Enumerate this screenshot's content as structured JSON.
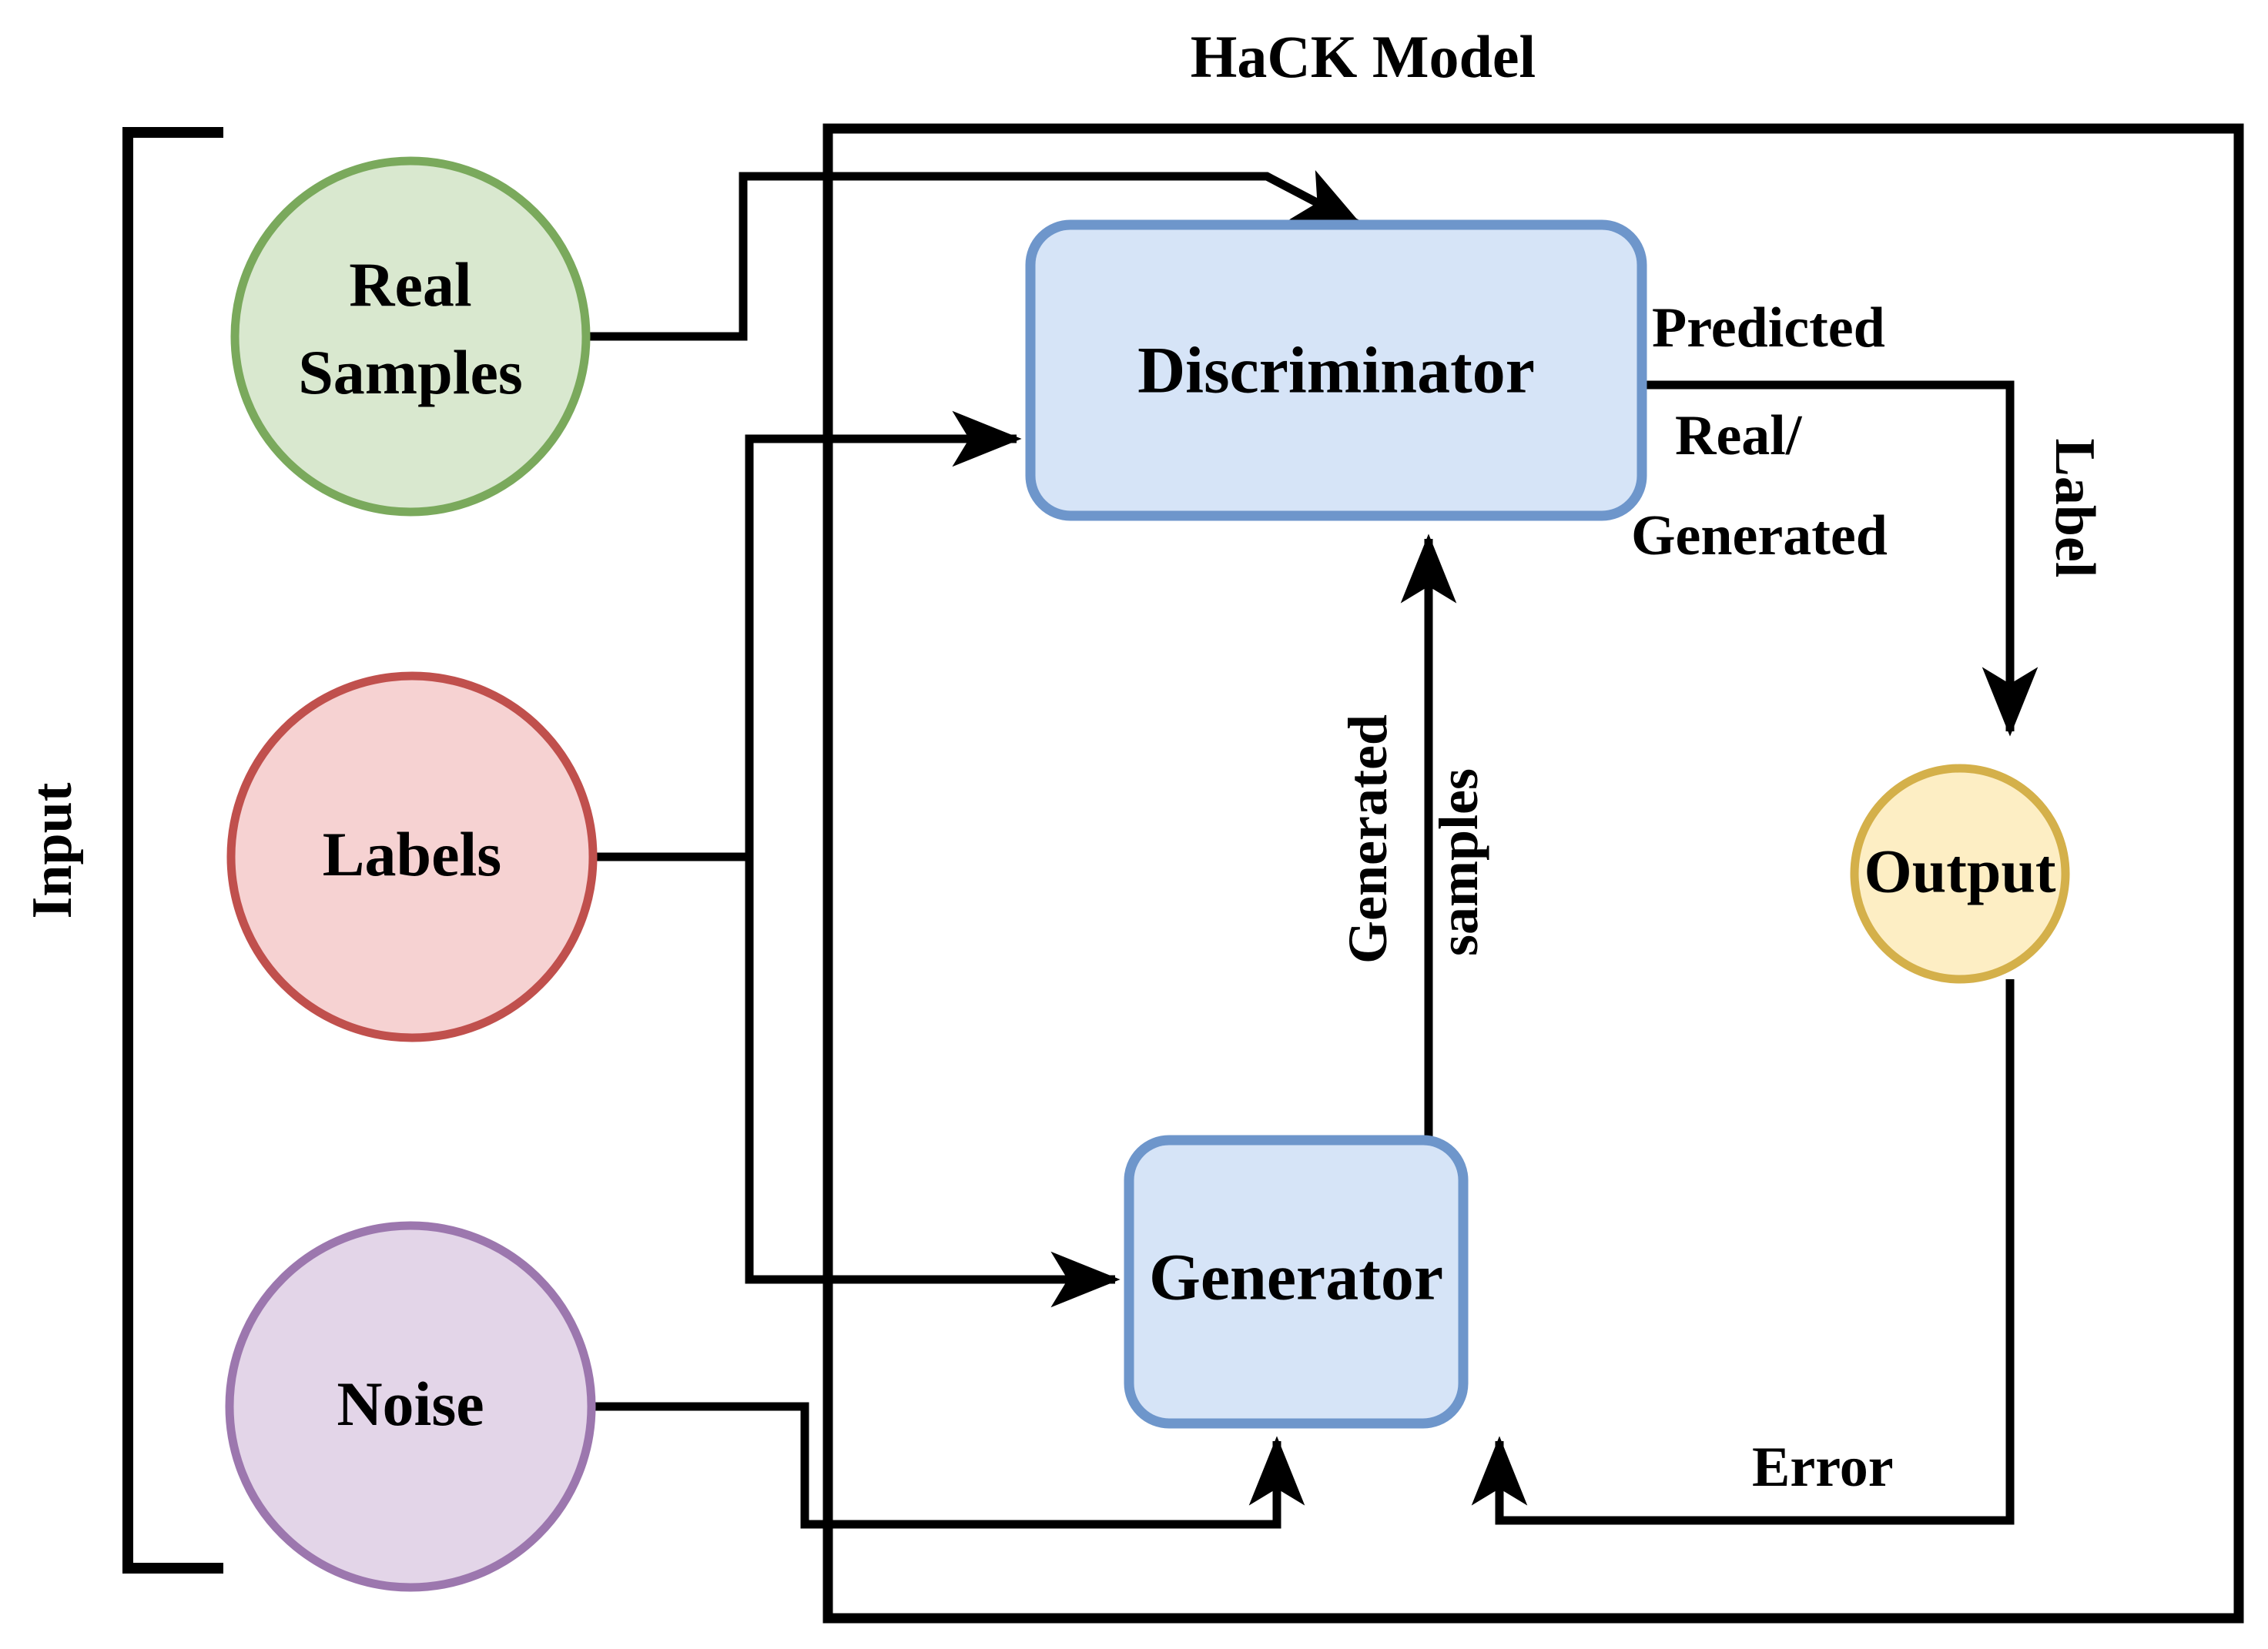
{
  "title": "HaCK Model",
  "groups": {
    "input_bracket_label": "Input"
  },
  "nodes": {
    "real_samples": {
      "line1": "Real",
      "line2": "Samples",
      "fill": "#d9e8cf",
      "stroke": "#7aa95c"
    },
    "labels": {
      "line1": "Labels",
      "fill": "#f6d2d2",
      "stroke": "#c0504d"
    },
    "noise": {
      "line1": "Noise",
      "fill": "#e3d5e8",
      "stroke": "#9c77ae"
    },
    "discriminator": {
      "label": "Discriminator",
      "fill": "#d6e4f7",
      "stroke": "#6e96cb"
    },
    "generator": {
      "label": "Generator",
      "fill": "#d6e4f7",
      "stroke": "#6e96cb"
    },
    "output": {
      "label": "Output",
      "fill": "#fdeec4",
      "stroke": "#d4b04a"
    }
  },
  "edges": {
    "predicted": "Predicted",
    "real_generated_line1": "Real/",
    "real_generated_line2": "Generated",
    "label_arrow": "Label",
    "generated": "Generated",
    "samples": "samples",
    "error": "Error"
  },
  "colors": {
    "wire": "#000000",
    "background": "#ffffff",
    "box_fill": "#d6e4f7",
    "box_stroke": "#6e96cb"
  }
}
